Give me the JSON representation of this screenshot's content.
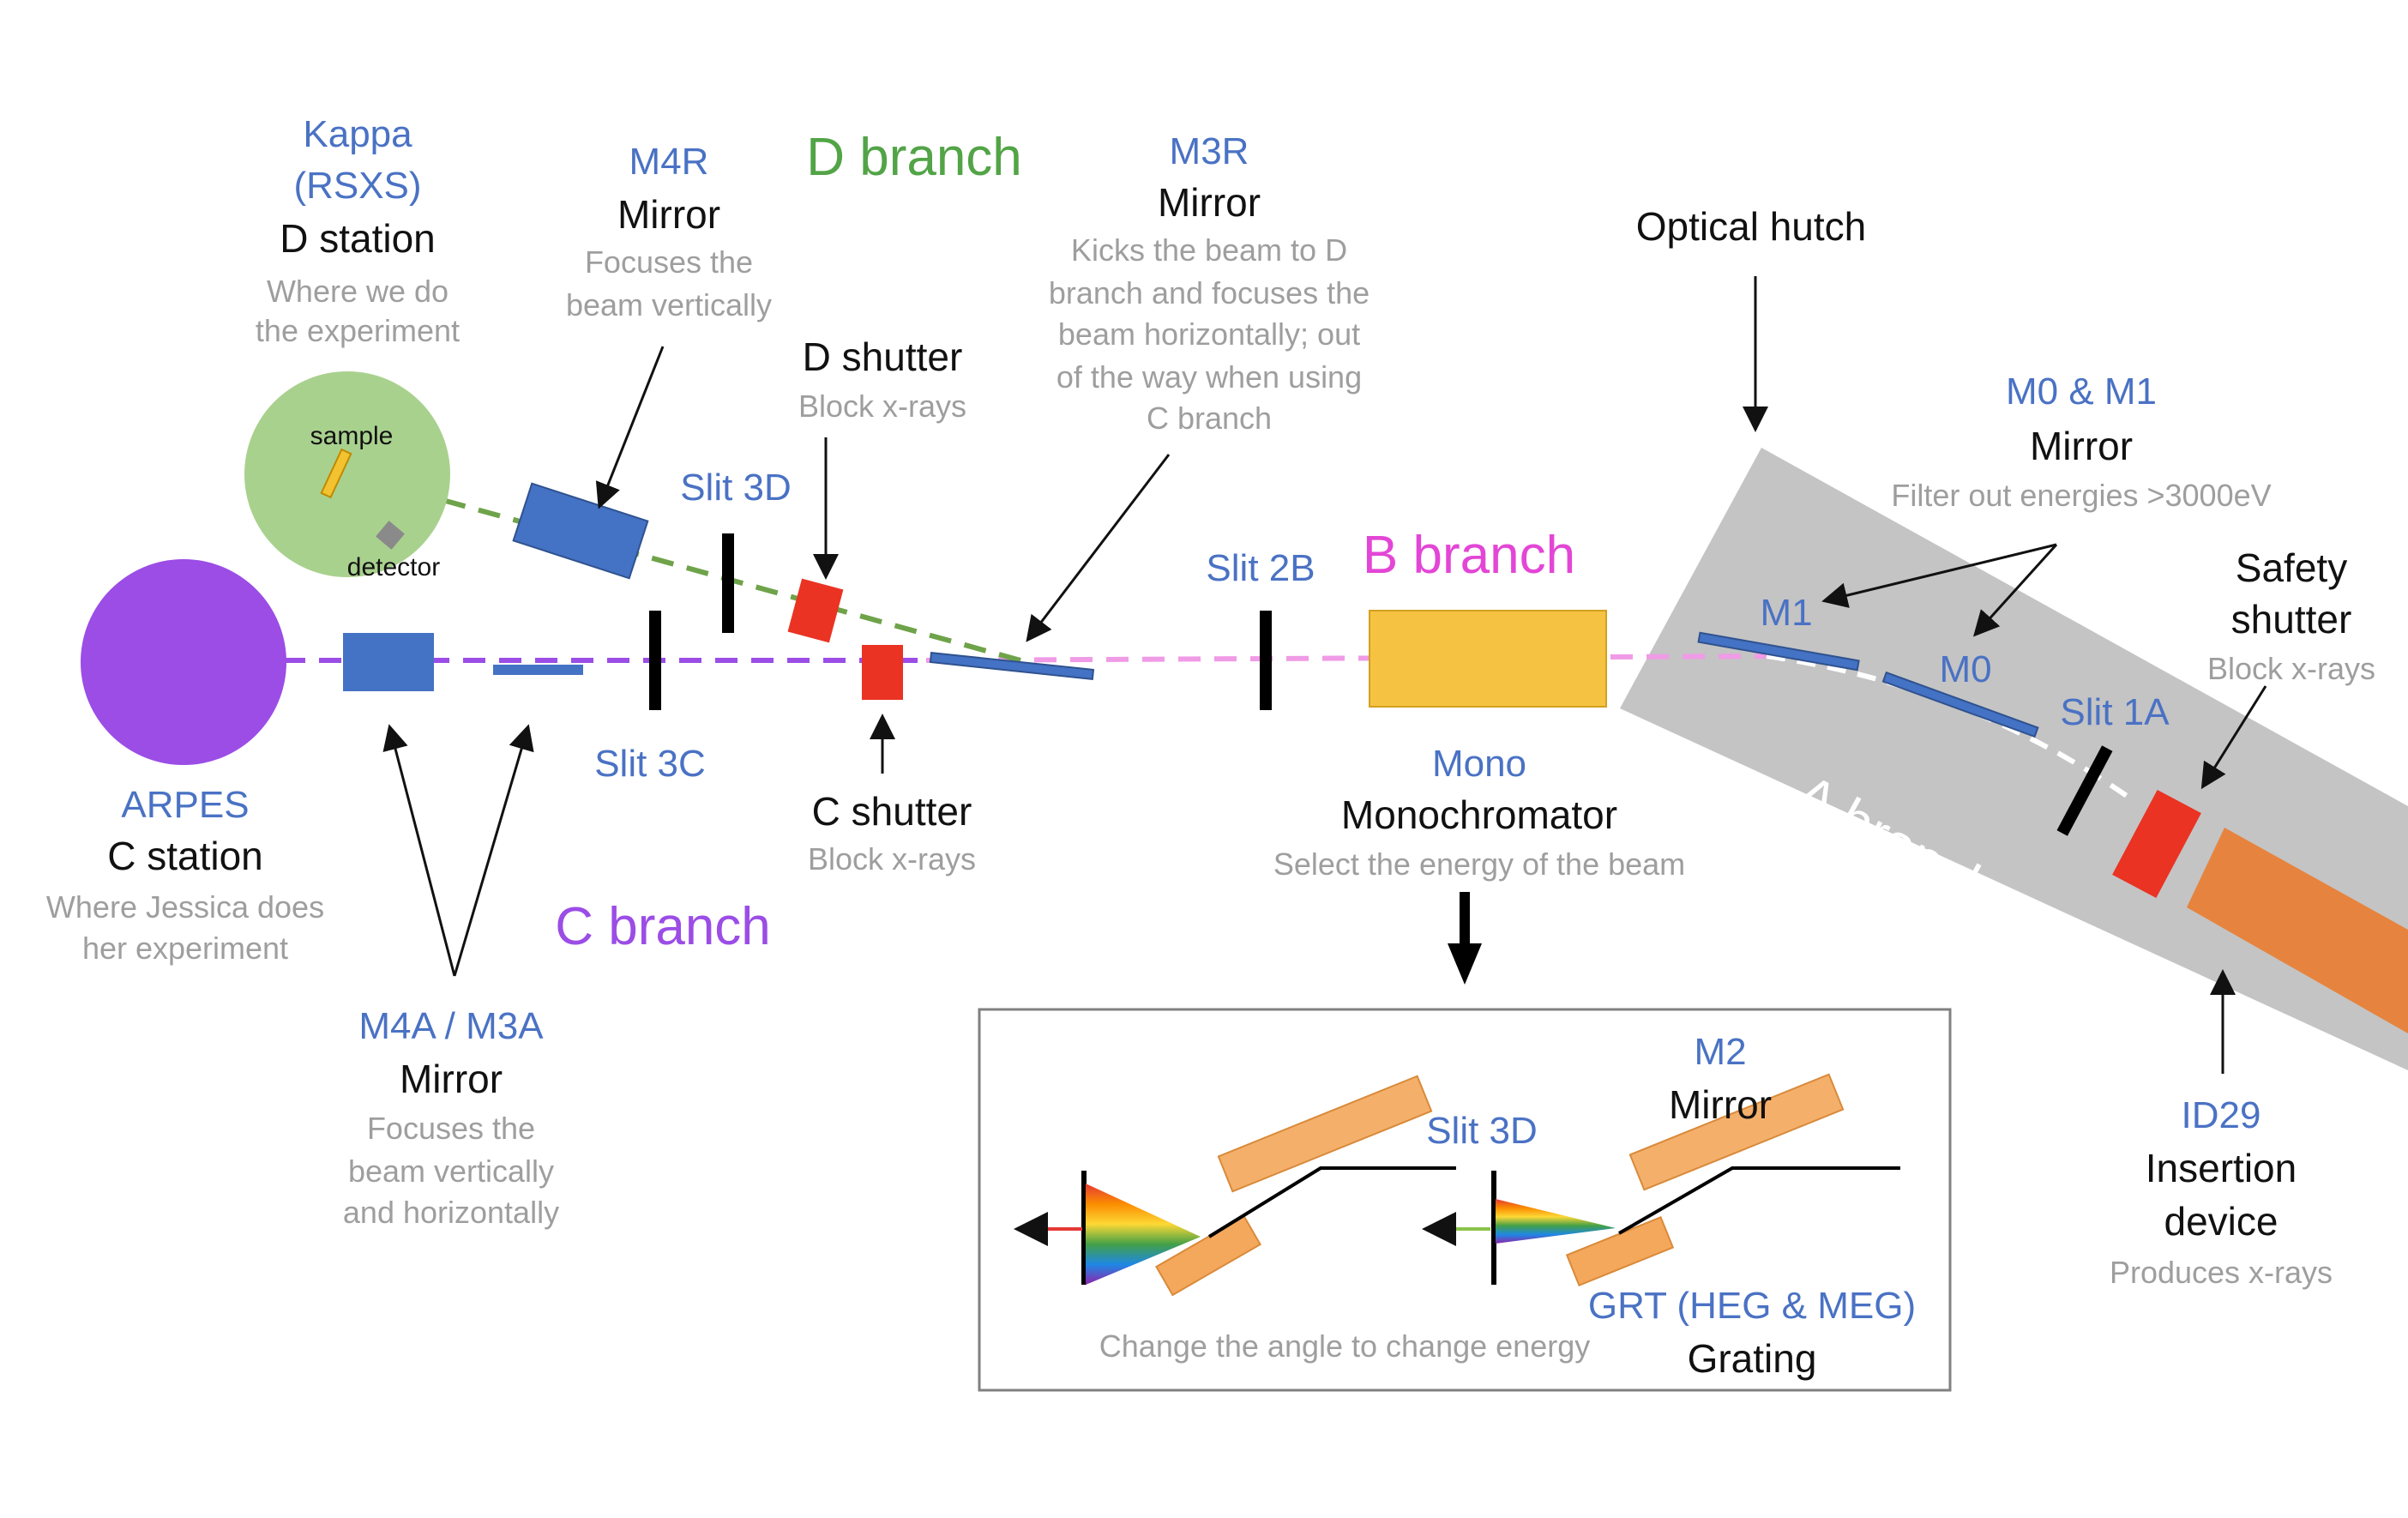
{
  "branches": {
    "d": "D branch",
    "b": "B branch",
    "c": "C branch",
    "a": "A branch"
  },
  "kappa": {
    "name1": "Kappa",
    "name2": "(RSXS)",
    "type": "D station",
    "desc1": "Where we do",
    "desc2": "the experiment",
    "sample": "sample",
    "detector": "detector"
  },
  "m4r": {
    "name": "M4R",
    "type": "Mirror",
    "desc1": "Focuses the",
    "desc2": "beam vertically"
  },
  "m3r": {
    "name": "M3R",
    "type": "Mirror",
    "desc1": "Kicks the beam to D",
    "desc2": "branch and focuses the",
    "desc3": "beam horizontally; out",
    "desc4": "of the way when using",
    "desc5": "C branch"
  },
  "optical_hutch": "Optical hutch",
  "m0m1": {
    "name": "M0 & M1",
    "type": "Mirror",
    "desc": "Filter out energies >3000eV",
    "m1": "M1",
    "m0": "M0"
  },
  "d_shutter": {
    "name": "D shutter",
    "desc": "Block x-rays"
  },
  "slit3d": "Slit 3D",
  "slit2b": "Slit 2B",
  "slit3c": "Slit 3C",
  "slit1a": "Slit 1A",
  "safety_shutter": {
    "name1": "Safety",
    "name2": "shutter",
    "desc": "Block x-rays"
  },
  "arpes": {
    "name": "ARPES",
    "type": "C station",
    "desc1": "Where Jessica does",
    "desc2": "her experiment"
  },
  "c_shutter": {
    "name": "C shutter",
    "desc": "Block x-rays"
  },
  "mono": {
    "name": "Mono",
    "type": "Monochromator",
    "desc": "Select the energy of the beam"
  },
  "m4a": {
    "name": "M4A / M3A",
    "type": "Mirror",
    "desc1": "Focuses the",
    "desc2": "beam vertically",
    "desc3": "and horizontally"
  },
  "id29": {
    "name": "ID29",
    "type1": "Insertion",
    "type2": "device",
    "desc": "Produces x-rays"
  },
  "inset": {
    "m2_name": "M2",
    "m2_type": "Mirror",
    "slit": "Slit 3D",
    "grt_name": "GRT (HEG & MEG)",
    "grt_type": "Grating",
    "desc": "Change the angle to change energy"
  },
  "colors": {
    "purple": "#9b4de6",
    "green": "#a9d18e",
    "blue_box": "#4472c4",
    "red": "#ea3323",
    "yellow": "#f5c242",
    "orange": "#e6843f",
    "pink": "#f09be6",
    "grey_panel": "#c4c4c4"
  }
}
